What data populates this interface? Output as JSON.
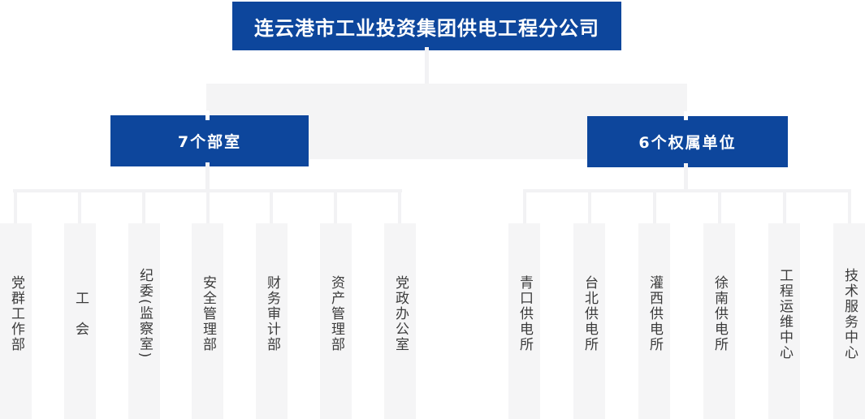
{
  "colors": {
    "node_blue": "#0d469c",
    "node_text_white": "#ffffff",
    "connector_gray": "#f2f2f4",
    "band_gray": "#f4f4f5",
    "leaf_bg_gray": "#f5f5f6",
    "leaf_text": "#3c3c3c",
    "page_bg": "#ffffff"
  },
  "org_chart": {
    "root": {
      "label": "连云港市工业投资集团供电工程分公司"
    },
    "groups": [
      {
        "label": "7个部室",
        "items": [
          {
            "label": "党群工作部"
          },
          {
            "label": "工　会"
          },
          {
            "label": "纪委(监察室)"
          },
          {
            "label": "安全管理部"
          },
          {
            "label": "财务审计部"
          },
          {
            "label": "资产管理部"
          },
          {
            "label": "党政办公室"
          }
        ]
      },
      {
        "label": "6个权属单位",
        "items": [
          {
            "label": "青口供电所"
          },
          {
            "label": "台北供电所"
          },
          {
            "label": "灌西供电所"
          },
          {
            "label": "徐南供电所"
          },
          {
            "label": "工程运维中心"
          },
          {
            "label": "技术服务中心"
          }
        ]
      }
    ]
  }
}
